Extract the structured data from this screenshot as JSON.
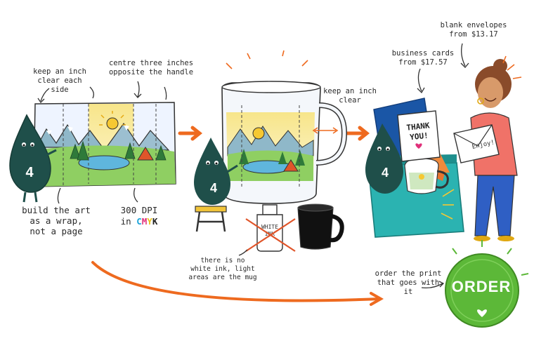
{
  "annotations": {
    "keep_sides": "keep an inch\nclear each side",
    "centre": "centre three inches\nopposite the handle",
    "wrap": "build the art\nas a wrap,\nnot a page",
    "dpi_prefix": "300 DPI",
    "dpi_in": "in",
    "cmyk": [
      {
        "letter": "C",
        "color": "#1aa3d9"
      },
      {
        "letter": "M",
        "color": "#e0307a"
      },
      {
        "letter": "Y",
        "color": "#e8c21a"
      },
      {
        "letter": "K",
        "color": "#222222"
      }
    ],
    "keep_clear": "keep an inch\nclear",
    "white_ink": "there is no\nwhite ink, light\nareas are the mug",
    "business_cards": "business cards\nfrom $17.57",
    "envelopes": "blank envelopes\nfrom $13.17",
    "order_note": "order the print\nthat goes with it"
  },
  "mascot_number": "4",
  "bottle_label": "WHITE\nINK",
  "card_text": "THANK\nYOU!",
  "envelope_text": "Enjoy!",
  "order_button": "ORDER",
  "colors": {
    "arrow": "#ee6a1f",
    "mascot": "#1f4f4a",
    "order_green": "#5cb838",
    "box_teal": "#2bb3b1"
  }
}
